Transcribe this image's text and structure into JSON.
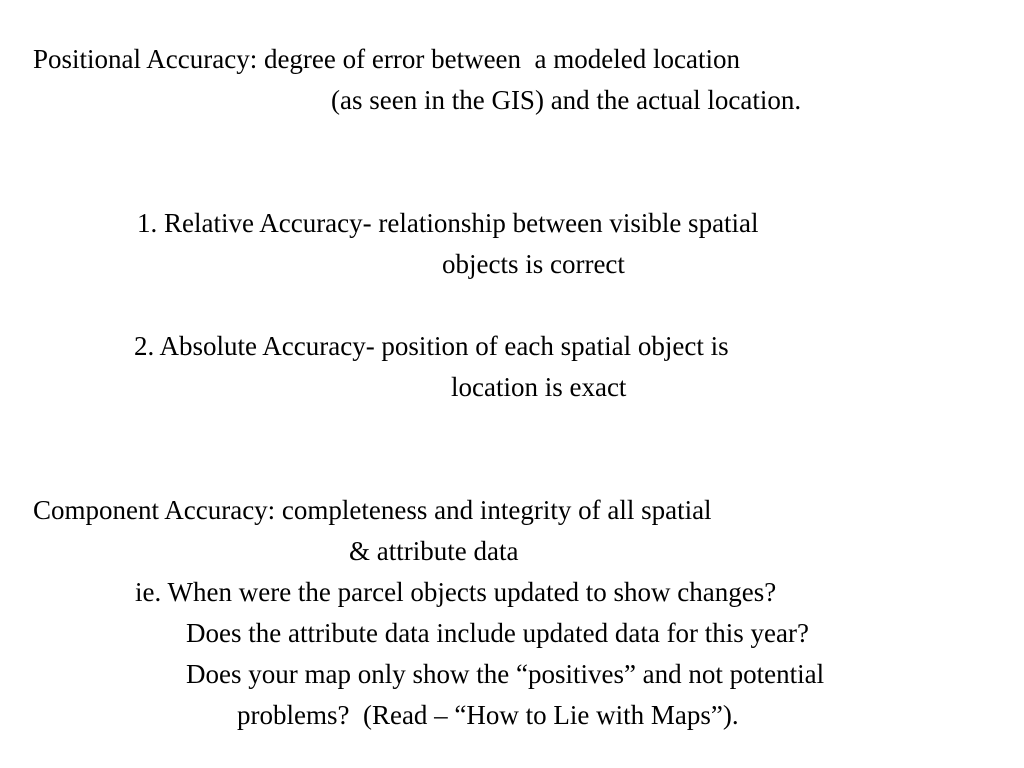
{
  "positional_accuracy": {
    "definition_line1": "Positional Accuracy: degree of error between  a modeled location",
    "definition_line2": "(as seen in the GIS) and the actual location.",
    "items": [
      {
        "line1": "1. Relative Accuracy- relationship between visible spatial",
        "line2": "objects is correct"
      },
      {
        "line1": "2. Absolute Accuracy- position of each spatial object is",
        "line2": "location is exact"
      }
    ]
  },
  "component_accuracy": {
    "definition_line1": "Component Accuracy: completeness and integrity of all spatial",
    "definition_line2": "& attribute data",
    "example_line1": "ie. When were the parcel objects updated to show changes?",
    "example_line2": "Does the attribute data include updated data for this year?",
    "example_line3": "Does your map only show the “positives” and not potential",
    "example_line4": "problems?  (Read – “How to Lie with Maps”)."
  }
}
